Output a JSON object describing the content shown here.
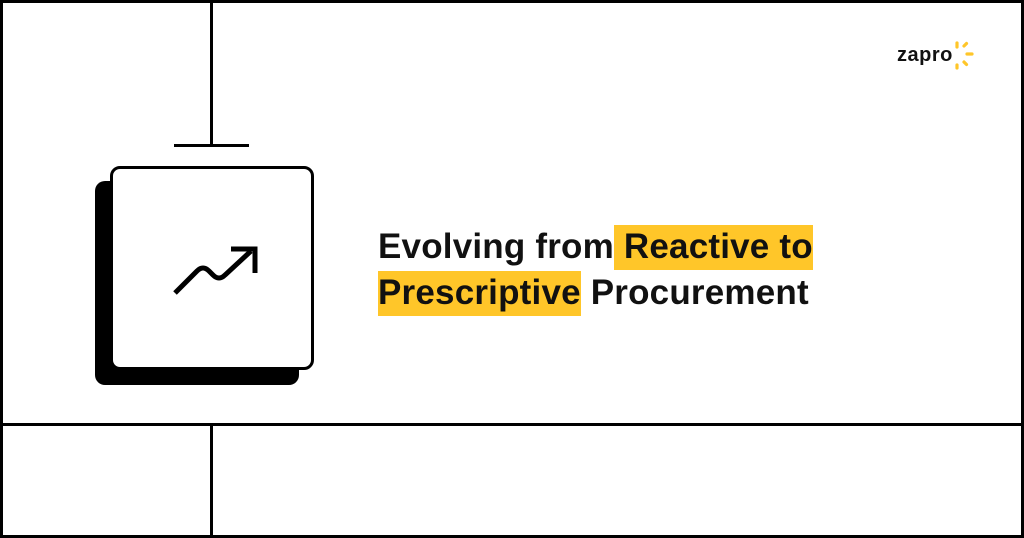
{
  "brand": {
    "logo_text": "zapro",
    "accent_color": "#FFC629"
  },
  "headline": {
    "line1_plain": "Evolving from",
    "line1_highlight": " Reactive to",
    "line2_highlight": "Prescriptive",
    "line2_plain": " Procurement"
  },
  "card": {
    "icon": "trending-up-icon"
  }
}
